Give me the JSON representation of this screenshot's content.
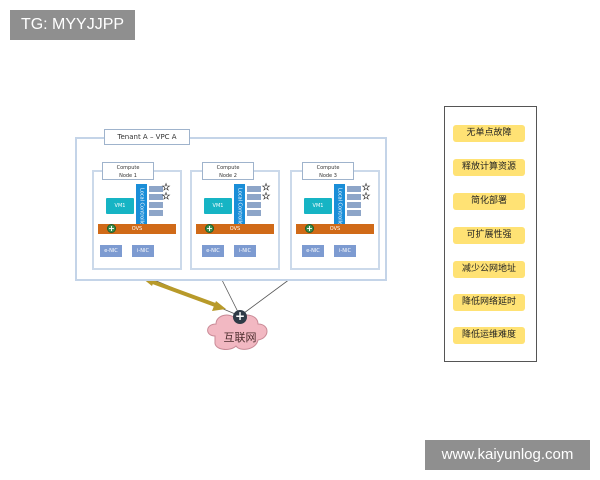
{
  "watermarks": {
    "top": "TG: MYYJJPP",
    "bottom": "www.kaiyunlog.com"
  },
  "tenant": {
    "label": "Tenant A – VPC A"
  },
  "nodes": [
    {
      "label": "Compute\nNode 1",
      "vm": "VM1",
      "vcol": "Local Controller",
      "ovs": "OVS",
      "nic_left": "e-NIC",
      "nic_right": "i-NIC"
    },
    {
      "label": "Compute\nNode 2",
      "vm": "VM1",
      "vcol": "Local Controller",
      "ovs": "OVS",
      "nic_left": "e-NIC",
      "nic_right": "i-NIC"
    },
    {
      "label": "Compute\nNode 3",
      "vm": "VM1",
      "vcol": "Local Controller",
      "ovs": "OVS",
      "nic_left": "e-NIC",
      "nic_right": "i-NIC"
    }
  ],
  "internet": {
    "label": "互联网"
  },
  "features": [
    "无单点故障",
    "释放计算资源",
    "简化部署",
    "可扩展性强",
    "减少公网地址",
    "降低网络延时",
    "降低运维难度"
  ],
  "colors": {
    "pill": "#ffe274",
    "ovs": "#d06a18",
    "vm": "#16b4c4",
    "controller": "#1a8ed8",
    "nic": "#7d9bd1",
    "arrow": "#b89a2a"
  }
}
